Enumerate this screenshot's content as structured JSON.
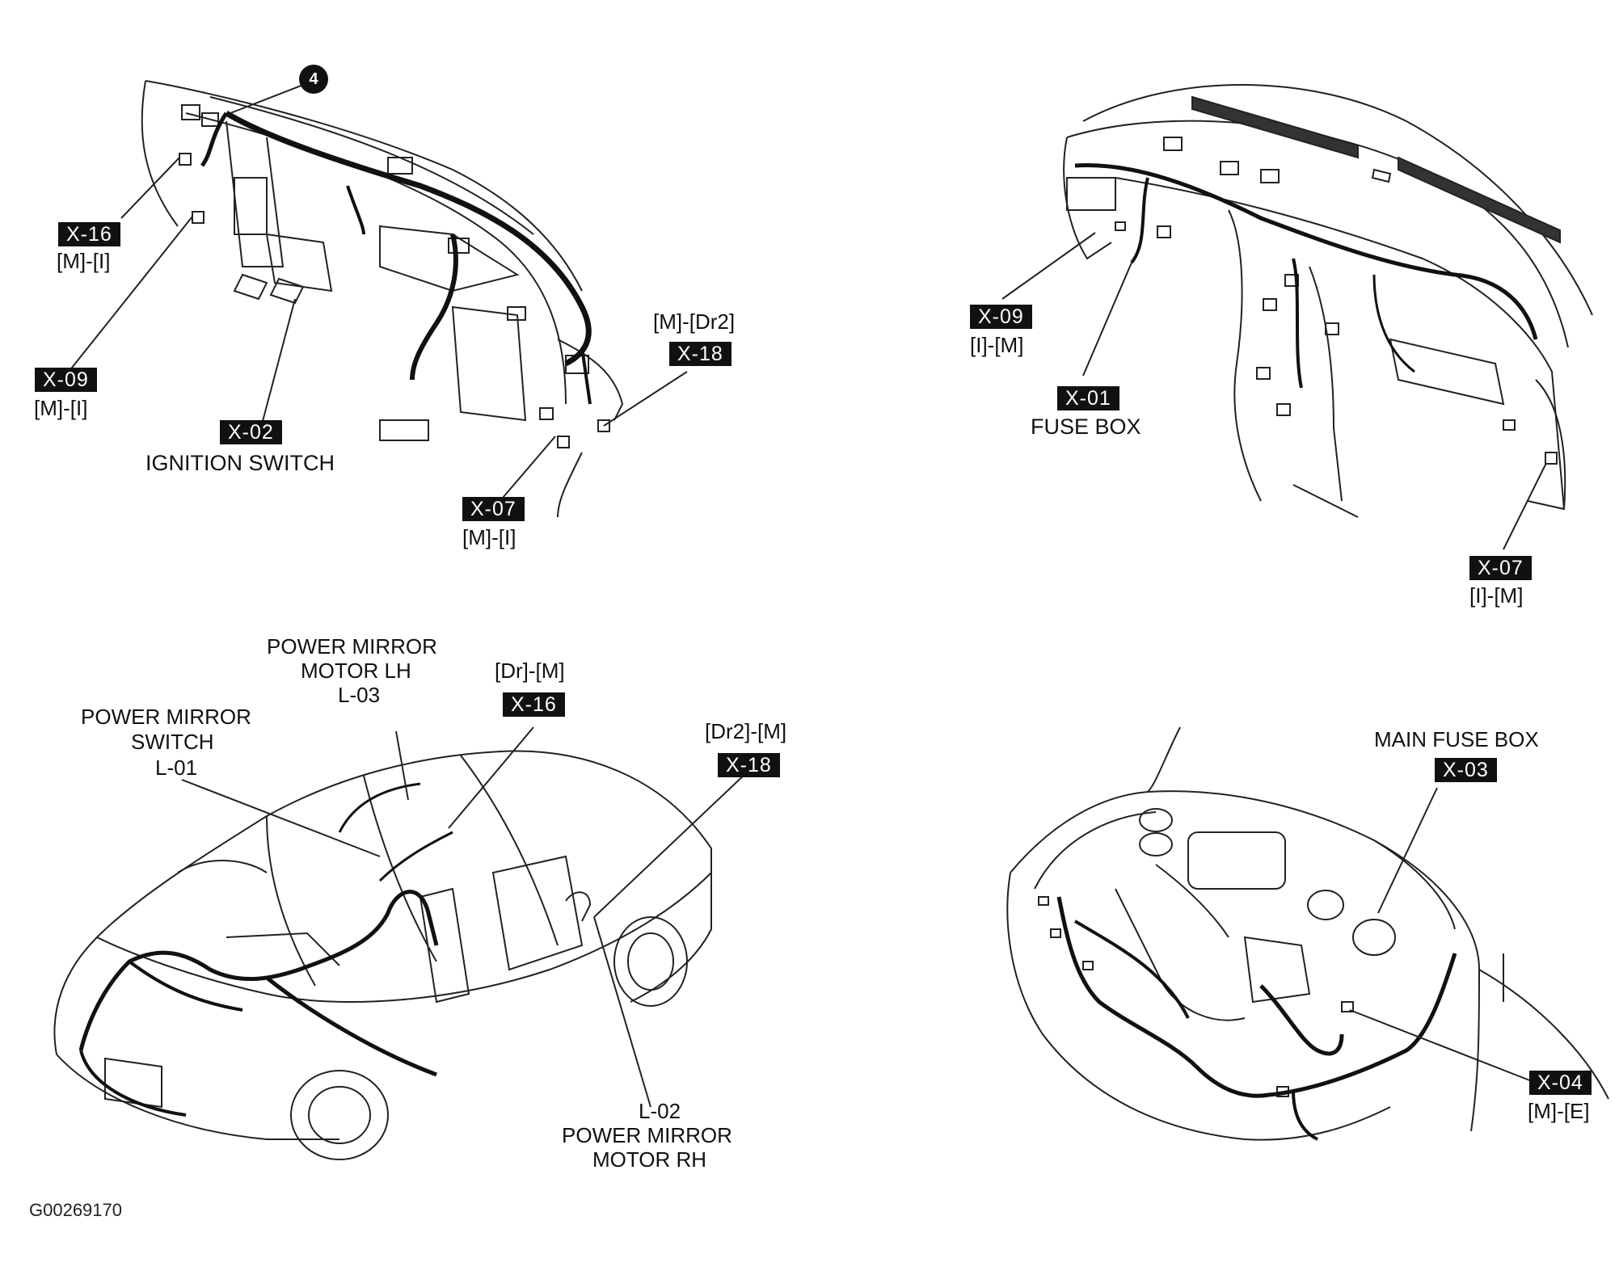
{
  "marker": "4",
  "dashboard_driver": {
    "x16_tag": "X-16",
    "x16_sub": "[M]-[I]",
    "x09_tag": "X-09",
    "x09_sub": "[M]-[I]",
    "x02_tag": "X-02",
    "x02_sub": "IGNITION SWITCH",
    "x07_tag": "X-07",
    "x07_sub": "[M]-[I]",
    "x18_top": "[M]-[Dr2]",
    "x18_tag": "X-18"
  },
  "dashboard_passenger": {
    "x09_tag": "X-09",
    "x09_sub": "[I]-[M]",
    "x01_tag": "X-01",
    "x01_sub": "FUSE BOX",
    "x07_tag": "X-07",
    "x07_sub": "[I]-[M]"
  },
  "car_body": {
    "mirror_lh_line1": "POWER MIRROR",
    "mirror_lh_line2": "MOTOR LH",
    "mirror_lh_code": "L-03",
    "x16_top": "[Dr]-[M]",
    "x16_tag": "X-16",
    "switch_line1": "POWER MIRROR",
    "switch_line2": "SWITCH",
    "switch_code": "L-01",
    "x18_top": "[Dr2]-[M]",
    "x18_tag": "X-18",
    "rh_code": "L-02",
    "rh_line1": "POWER MIRROR",
    "rh_line2": "MOTOR RH"
  },
  "engine_bay": {
    "main_fuse_label": "MAIN FUSE BOX",
    "x03_tag": "X-03",
    "x04_tag": "X-04",
    "x04_sub": "[M]-[E]"
  },
  "figure_code": "G00269170"
}
